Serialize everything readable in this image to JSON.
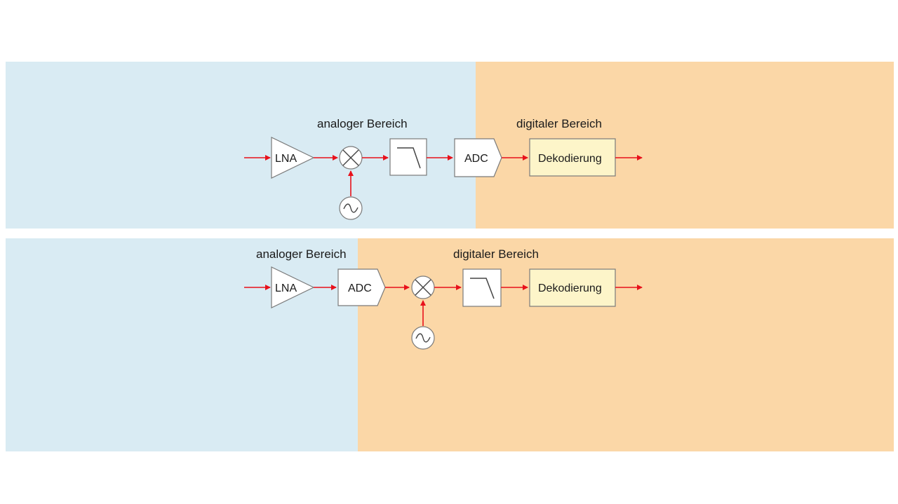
{
  "colors": {
    "analog_bg": "#d9ebf3",
    "digital_bg": "#fbd7a7",
    "block_fill": "#ffffff",
    "decoder_fill": "#fdf5c9",
    "block_stroke": "#7a7a7a",
    "signal_arrow": "#e8111b"
  },
  "diagrams": [
    {
      "analog_label": "analoger Bereich",
      "digital_label": "digitaler Bereich",
      "lna_label": "LNA",
      "adc_label": "ADC",
      "decoder_label": "Dekodierung",
      "chain": [
        "LNA",
        "mixer-icon",
        "lowpass-filter-icon",
        "ADC",
        "Dekodierung"
      ]
    },
    {
      "analog_label": "analoger Bereich",
      "digital_label": "digitaler Bereich",
      "lna_label": "LNA",
      "adc_label": "ADC",
      "decoder_label": "Dekodierung",
      "chain": [
        "LNA",
        "ADC",
        "mixer-icon",
        "lowpass-filter-icon",
        "Dekodierung"
      ]
    }
  ]
}
